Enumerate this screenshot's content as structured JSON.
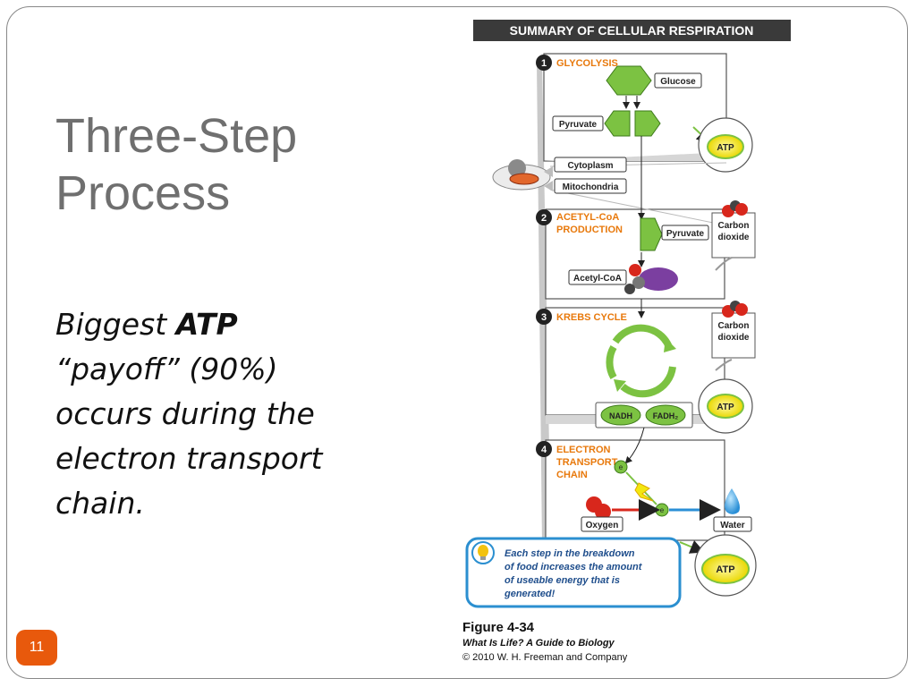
{
  "slide": {
    "title": "Three-Step Process",
    "body_prefix": "Biggest ",
    "body_bold": "ATP",
    "body_suffix": " “payoff” (90%) occurs during the electron transport chain.",
    "page_number": "11"
  },
  "figure": {
    "header": "SUMMARY OF CELLULAR RESPIRATION",
    "steps": [
      {
        "number": "1",
        "title_lines": [
          "GLYCOLYSIS"
        ]
      },
      {
        "number": "2",
        "title_lines": [
          "ACETYL-CoA",
          "PRODUCTION"
        ]
      },
      {
        "number": "3",
        "title_lines": [
          "KREBS CYCLE"
        ]
      },
      {
        "number": "4",
        "title_lines": [
          "ELECTRON",
          "TRANSPORT",
          "CHAIN"
        ]
      }
    ],
    "labels": {
      "glucose": "Glucose",
      "pyruvate": "Pyruvate",
      "atp": "ATP",
      "cytoplasm": "Cytoplasm",
      "mitochondria": "Mitochondria",
      "carbon_dioxide_1": "Carbon",
      "carbon_dioxide_2": "dioxide",
      "acetyl_coa": "Acetyl-CoA",
      "nadh": "NADH",
      "fadh2": "FADH₂",
      "oxygen": "Oxygen",
      "water": "Water",
      "electron": "e"
    },
    "note_lines": [
      "Each step in the breakdown",
      "of food increases the amount",
      "of useable energy that is",
      "generated!"
    ],
    "caption": {
      "figure_number": "Figure 4-34",
      "book": "What Is Life? A Guide to Biology",
      "copyright": "© 2010 W. H. Freeman and Company"
    },
    "colors": {
      "header_bg": "#3a3a3a",
      "step_title": "#e8790c",
      "molecule_green": "#7cc242",
      "atp_yellow": "#f3e70f",
      "note_border": "#2b8fd0",
      "note_text": "#1f4e8c",
      "oxygen_red": "#d8271c",
      "coa_purple": "#7b3fa0"
    }
  }
}
